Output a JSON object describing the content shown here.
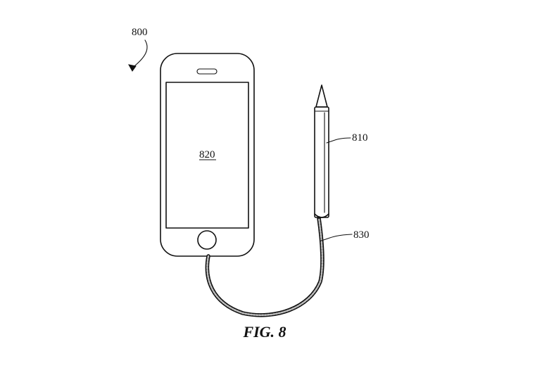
{
  "figure": {
    "caption": "FIG. 8",
    "labels": {
      "system": "800",
      "stylus": "810",
      "screen": "820",
      "cable": "830"
    }
  },
  "colors": {
    "ink": "#111111",
    "background": "#ffffff"
  }
}
